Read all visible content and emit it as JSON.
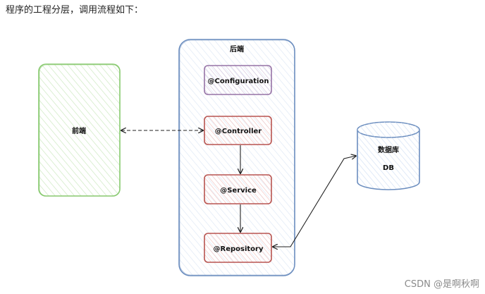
{
  "intro_text": "程序的工程分层，调用流程如下：",
  "diagram": {
    "frontend": {
      "label": "前端",
      "color": "#87c96e"
    },
    "backend": {
      "label": "后端",
      "color": "#6c8ebf",
      "layers": [
        {
          "label": "@Configuration",
          "border": "#9673a6",
          "fill": "#e1d5e7"
        },
        {
          "label": "@Controller",
          "border": "#b85450",
          "fill": "#f8cecc"
        },
        {
          "label": "@Service",
          "border": "#b85450",
          "fill": "#f8cecc"
        },
        {
          "label": "@Repository",
          "border": "#b85450",
          "fill": "#f8cecc"
        }
      ]
    },
    "database": {
      "label": "数据库",
      "sublabel": "DB",
      "border": "#6c8ebf",
      "fill": "#dae8fc"
    }
  },
  "watermark": "CSDN @是啊秋啊"
}
